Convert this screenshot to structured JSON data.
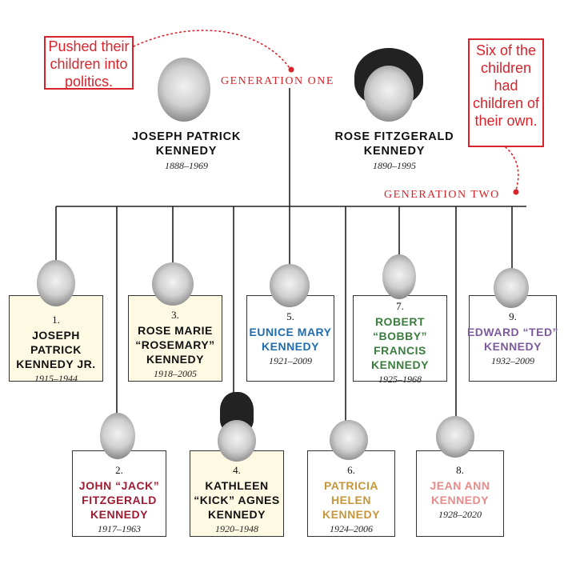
{
  "colors": {
    "accent": "#d8232a",
    "cream": "#fdf9e3",
    "black": "#111111",
    "crimson": "#9e1b32",
    "blue": "#1f6cb0",
    "green": "#3a7d3e",
    "purple": "#7c5a9c",
    "gold": "#c7963a",
    "pink": "#e88a8a"
  },
  "annotations": {
    "left_note": "Pushed their children into politics.",
    "right_note": "Six of the children had children of their own."
  },
  "generations": {
    "one": "GENERATION ONE",
    "two": "GENERATION TWO"
  },
  "parents": [
    {
      "name": "JOSEPH PATRICK KENNEDY",
      "years": "1888–1969",
      "icon": "portrait-photo"
    },
    {
      "name": "ROSE FITZGERALD KENNEDY",
      "years": "1890–1995",
      "icon": "portrait-photo"
    }
  ],
  "children": [
    {
      "number": "1.",
      "name": "JOSEPH PATRICK KENNEDY JR.",
      "years": "1915–1944",
      "color": "#111111",
      "box": "cream",
      "icon": "portrait-photo"
    },
    {
      "number": "2.",
      "name": "JOHN “JACK” FITZGERALD KENNEDY",
      "years": "1917–1963",
      "color": "#9e1b32",
      "box": "white",
      "icon": "portrait-photo"
    },
    {
      "number": "3.",
      "name": "ROSE MARIE “ROSEMARY” KENNEDY",
      "years": "1918–2005",
      "color": "#111111",
      "box": "cream",
      "icon": "portrait-photo"
    },
    {
      "number": "4.",
      "name": "KATHLEEN “KICK” AGNES KENNEDY",
      "years": "1920–1948",
      "color": "#111111",
      "box": "cream",
      "icon": "portrait-photo"
    },
    {
      "number": "5.",
      "name": "EUNICE MARY KENNEDY",
      "years": "1921–2009",
      "color": "#1f6cb0",
      "box": "white",
      "icon": "portrait-photo"
    },
    {
      "number": "6.",
      "name": "PATRICIA HELEN KENNEDY",
      "years": "1924–2006",
      "color": "#c7963a",
      "box": "white",
      "icon": "portrait-photo"
    },
    {
      "number": "7.",
      "name": "ROBERT “BOBBY” FRANCIS KENNEDY",
      "years": "1925–1968",
      "color": "#3a7d3e",
      "box": "white",
      "icon": "portrait-photo"
    },
    {
      "number": "8.",
      "name": "JEAN ANN KENNEDY",
      "years": "1928–2020",
      "color": "#e88a8a",
      "box": "white",
      "icon": "portrait-photo"
    },
    {
      "number": "9.",
      "name": "EDWARD “TED” KENNEDY",
      "years": "1932–2009",
      "color": "#7c5a9c",
      "box": "white",
      "icon": "portrait-photo"
    }
  ]
}
